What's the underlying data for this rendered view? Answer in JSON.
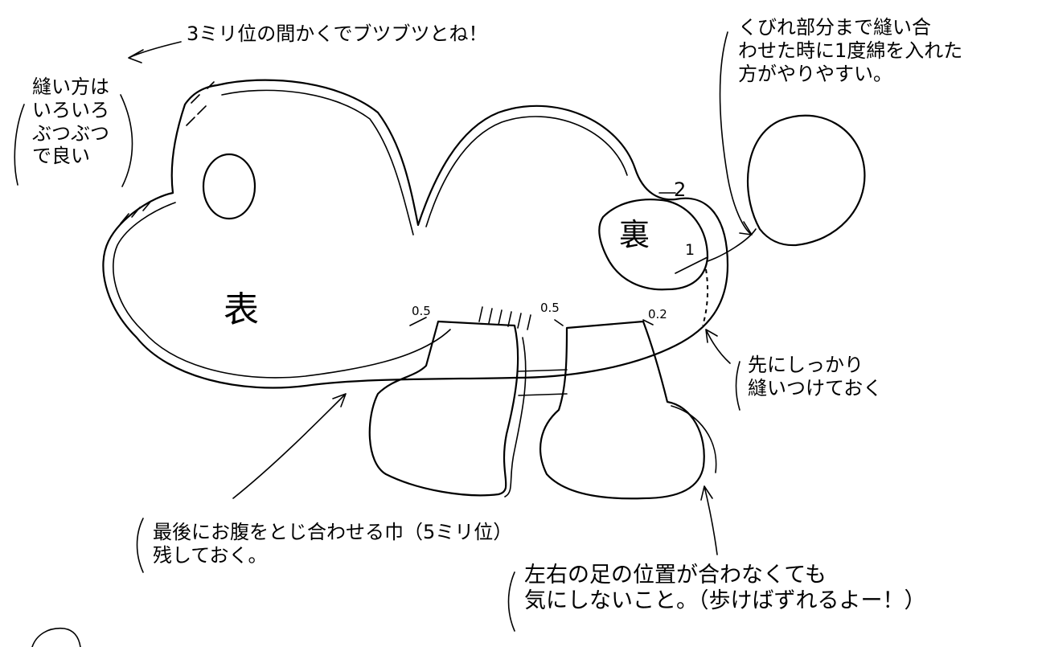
{
  "notes": {
    "stitch_spacing": "3ミリ位の間かくでブツブツとね！",
    "sewing_method": [
      "縫い方は",
      "いろいろ",
      "ぶつぶつ",
      "で良い"
    ],
    "stuffing_tip": [
      "くびれ部分まで縫い合",
      "わせた時に1度綿を入れた",
      "方がやりやすい。"
    ],
    "sew_first": [
      "先にしっかり",
      "縫いつけておく"
    ],
    "belly_opening": [
      "最後にお腹をとじ合わせる巾（5ミリ位）",
      "残しておく。"
    ],
    "feet_position": [
      "左右の足の位置が合わなくても",
      "気にしないこと。（歩けばずれるよー！）"
    ]
  },
  "labels": {
    "front": "表",
    "back": "裏"
  },
  "dimensions": {
    "d1": "0.5",
    "d2": "0.5",
    "d3": "0.2",
    "d4": "2",
    "d5": "1"
  }
}
